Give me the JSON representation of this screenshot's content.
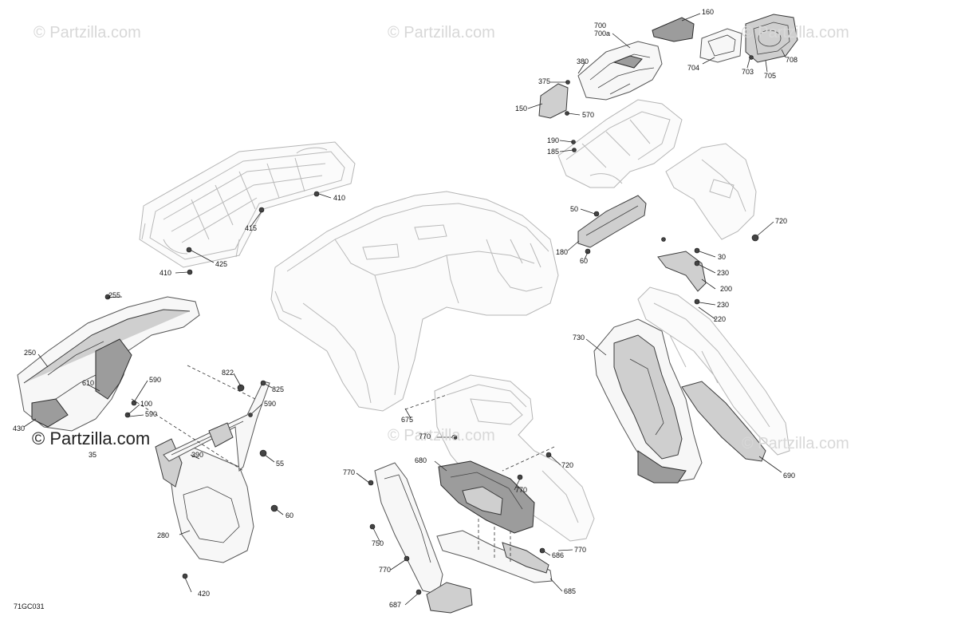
{
  "diagram_id": "71GC031",
  "watermark": {
    "text": "© Partzilla.com"
  },
  "callouts": {
    "c160": "160",
    "c700": "700",
    "c700a": "700a",
    "c380": "380",
    "c375": "375",
    "c150": "150",
    "c570": "570",
    "c704": "704",
    "c703": "703",
    "c705": "705",
    "c708": "708",
    "c190": "190",
    "c185": "185",
    "c410a": "410",
    "c415": "415",
    "c425": "425",
    "c410b": "410",
    "c50": "50",
    "c180": "180",
    "c60a": "60",
    "c720a": "720",
    "c30": "30",
    "c230a": "230",
    "c200": "200",
    "c230b": "230",
    "c220": "220",
    "c255": "255",
    "c250": "250",
    "c610": "610",
    "c590a": "590",
    "c100": "100",
    "c590b": "590",
    "c430": "430",
    "c35": "35",
    "c822": "822",
    "c825": "825",
    "c590c": "590",
    "c390": "390",
    "c55": "55",
    "c60b": "60",
    "c280": "280",
    "c420": "420",
    "c730": "730",
    "c690": "690",
    "c675": "675",
    "c770a": "770",
    "c680": "680",
    "c720b": "720",
    "c770b": "770",
    "c770c": "770",
    "c750": "750",
    "c686": "686",
    "c770d": "770",
    "c770e": "770",
    "c685": "685",
    "c687": "687"
  }
}
